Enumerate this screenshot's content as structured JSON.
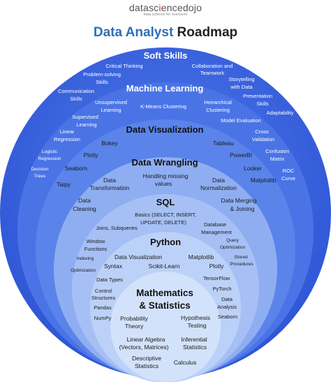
{
  "logo": {
    "part1": "datasc",
    "part2": "i",
    "part3": "encedojo",
    "tagline": "data science for everyone"
  },
  "title": {
    "part1": "Data Analyst",
    "part2": "Roadmap"
  },
  "colors": {
    "ring1": "#3a63e0",
    "ring2": "#4a74e6",
    "ring3": "#5a84ea",
    "ring4": "#8faef2",
    "ring5": "#a6c0f5",
    "ring6": "#bcd1f8",
    "ring7": "#d3e2fb"
  },
  "layers": {
    "soft_skills": {
      "title": "Soft Skills",
      "items": [
        "Critical Thinking",
        "Collaboration and",
        "Teamwork",
        "Problem-solving",
        "Skills",
        "Storytelling",
        "with Data",
        "Communication",
        "Skills",
        "Presentation",
        "Skills",
        "Adaptability"
      ]
    },
    "machine_learning": {
      "title": "Machine Learning",
      "items": [
        "Unsupervised",
        "Learning",
        "K-Means Clustering",
        "Heirarchical",
        "Clustering",
        "Supervised",
        "Learning",
        "Model Evaluation",
        "Linear",
        "Regression",
        "Cross",
        "Validation",
        "Logistic",
        "Regression",
        "Confusion",
        "Matrix",
        "Decision",
        "Trees",
        "ROC",
        "Curve"
      ]
    },
    "data_visualization": {
      "title": "Data Visualization",
      "items": [
        "Bokey",
        "Tableau",
        "Plotly",
        "PowerBI",
        "Seaborn",
        "Looker",
        "Taipy",
        "Matplotlib"
      ]
    },
    "data_wrangling": {
      "title": "Data Wrangling",
      "items": [
        "Handling missing",
        "values",
        "Data",
        "Transformation",
        "Data",
        "Normalization",
        "Data",
        "Cleaning",
        "Data Merging",
        "& Joining"
      ]
    },
    "sql": {
      "title": "SQL",
      "items": [
        "Basics (SELECT, INSERT,",
        "UPDATE, DELETE)",
        "Joins, Subqueries",
        "Database",
        "Management",
        "Window",
        "Functions",
        "Query",
        "Optimization",
        "Indexing",
        "Stored",
        "Procedures",
        "Optimization"
      ]
    },
    "python": {
      "title": "Python",
      "items": [
        "Data Visualization",
        "Matplotlib",
        "Syntax",
        "Scikit-Learn",
        "Plotly",
        "Data Types",
        "TensorFlow",
        "Control",
        "Structures",
        "PyTorch",
        "Pandas",
        "Data",
        "Analysis",
        "NumPy",
        "Seaborn"
      ]
    },
    "math": {
      "title_line1": "Mathematics",
      "title_line2": "& Statistics",
      "items": [
        "Probability",
        "Theory",
        "Hypothesis",
        "Testing",
        "Linear Algebra",
        "(Vectors, Matrices)",
        "Inferential",
        "Statistics",
        "Descriptive",
        "Statistics",
        "Calculus"
      ]
    }
  }
}
